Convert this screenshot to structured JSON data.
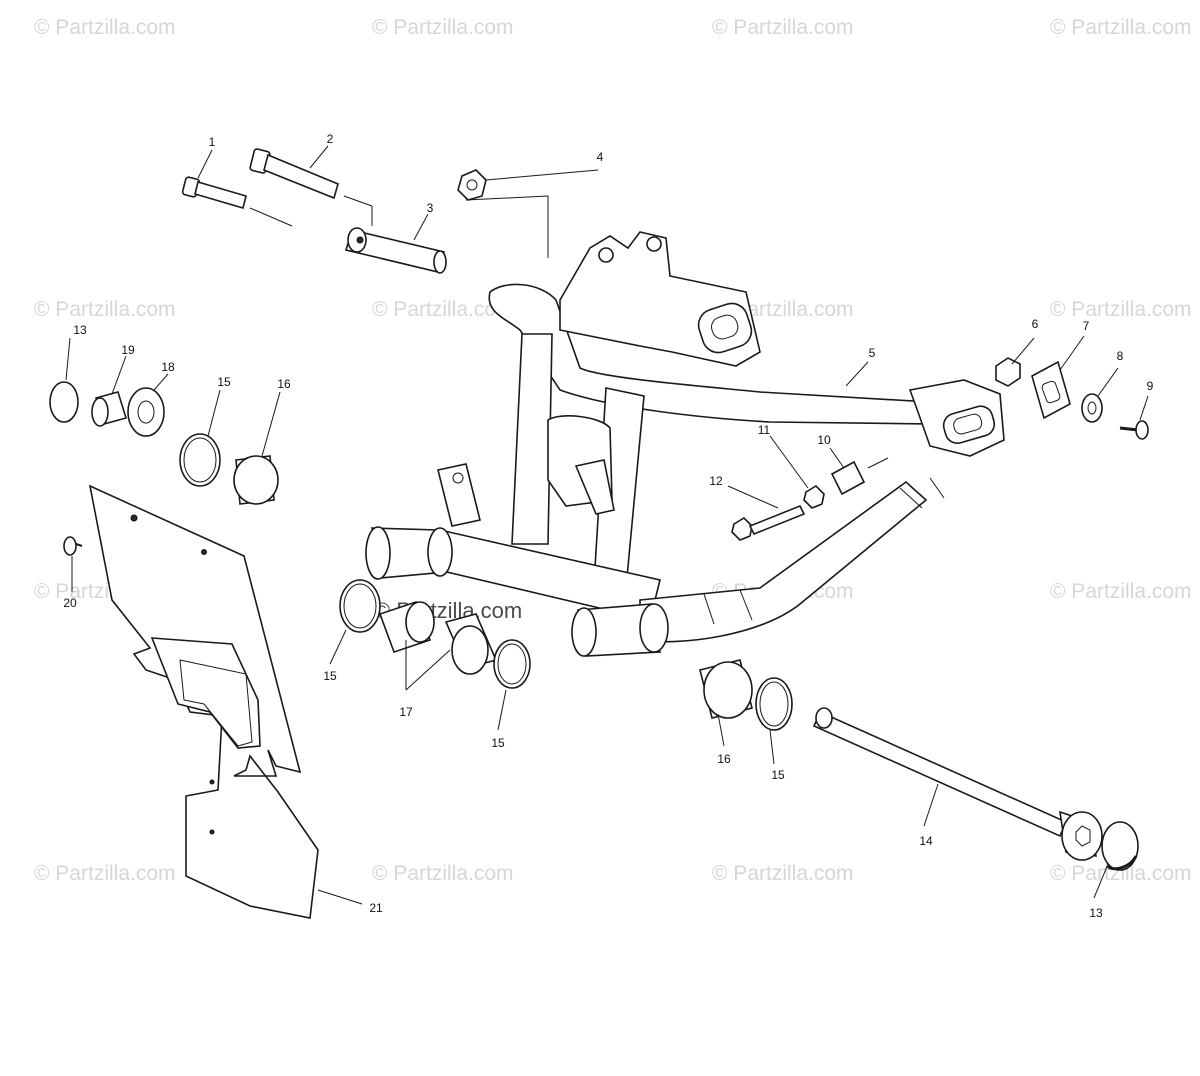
{
  "watermarks": {
    "text": "© Partzilla.com",
    "center_text": "© Partzilla.com"
  },
  "callouts": [
    "1",
    "2",
    "3",
    "4",
    "5",
    "6",
    "7",
    "8",
    "9",
    "10",
    "11",
    "12",
    "13",
    "14",
    "15",
    "16",
    "17",
    "18",
    "19",
    "20",
    "21"
  ],
  "colors": {
    "line": "#1a1a1a",
    "watermark": "#d6d6d6",
    "background": "#ffffff"
  }
}
